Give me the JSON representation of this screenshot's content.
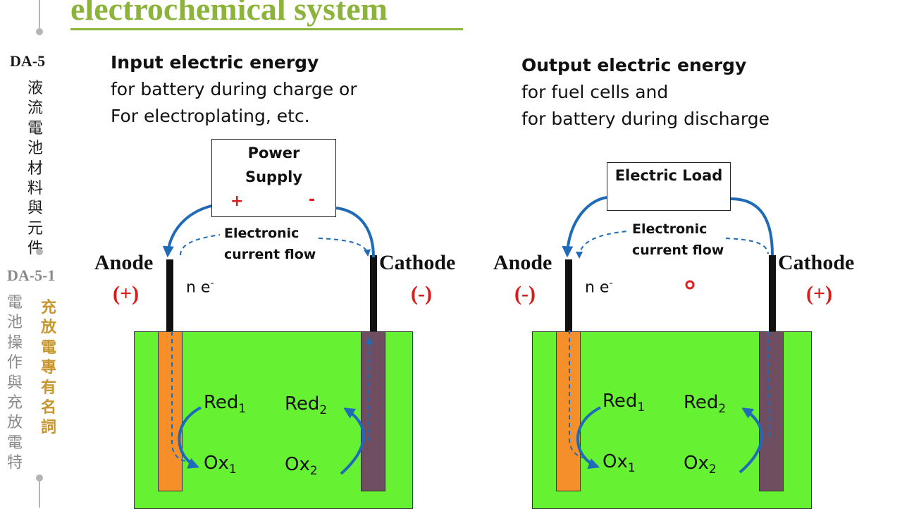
{
  "title": "electrochemical system",
  "sidebar": {
    "code1": "DA-5",
    "code1_chars": [
      "液",
      "流",
      "電",
      "池",
      "材",
      "料",
      "與",
      "元",
      "件"
    ],
    "code2": "DA-5-1",
    "code2_chars": [
      "電",
      "池",
      "操",
      "作",
      "與",
      "充",
      "放",
      "電",
      "特"
    ],
    "code2_extra_chars": [
      "充",
      "放",
      "電",
      "專",
      "有",
      "名",
      "詞"
    ],
    "code1_color": "#1a1a1a",
    "code2_color": "#8a8a8a",
    "extra_color": "#c8962e"
  },
  "left_panel": {
    "heading": "Input electric energy",
    "line1": "for battery during charge or",
    "line2": "For electroplating, etc.",
    "box_line1": "Power",
    "box_line2": "Supply",
    "box_plus": "+",
    "box_minus": "-",
    "flow_line1": "Electronic",
    "flow_line2": "current flow",
    "anode_label": "Anode",
    "anode_polarity": "(+)",
    "cathode_label": "Cathode",
    "cathode_polarity": "(-)",
    "electrons": "n e",
    "electrons_sup": "-",
    "red1": "Red",
    "red1_sub": "1",
    "ox1": "Ox",
    "ox1_sub": "1",
    "red2": "Red",
    "red2_sub": "2",
    "ox2": "Ox",
    "ox2_sub": "2"
  },
  "right_panel": {
    "heading": "Output electric energy",
    "line1": "for fuel cells and",
    "line2": "for battery during discharge",
    "box_label": "Electric Load",
    "flow_line1": "Electronic",
    "flow_line2": "current flow",
    "anode_label": "Anode",
    "anode_polarity": "(-)",
    "cathode_label": "Cathode",
    "cathode_polarity": "(+)",
    "electrons": "n e",
    "electrons_sup": "-",
    "red1": "Red",
    "red1_sub": "1",
    "ox1": "Ox",
    "ox1_sub": "1",
    "red2": "Red",
    "red2_sub": "2",
    "ox2": "Ox",
    "ox2_sub": "2"
  },
  "colors": {
    "title": "#8cb43a",
    "electrolyte": "#66f233",
    "anode_bar": "#f58f2a",
    "cathode_bar": "#6e4e60",
    "arrow": "#1f6bb8",
    "polarity": "#d81b1b"
  }
}
